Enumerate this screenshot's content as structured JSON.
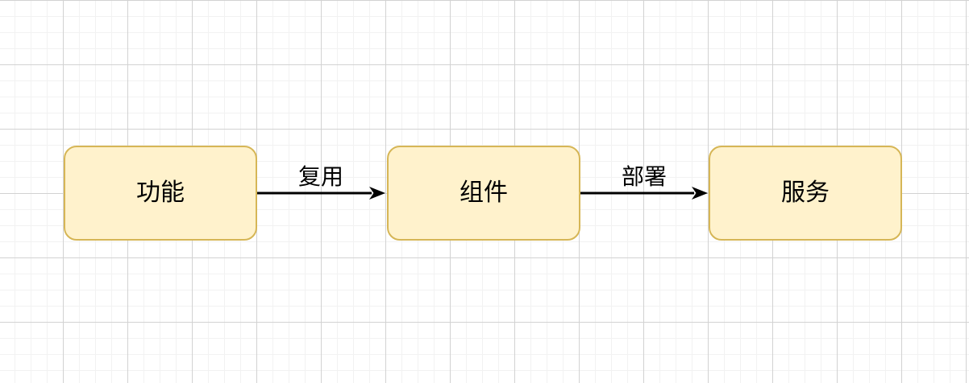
{
  "diagram": {
    "nodes": [
      {
        "id": "function",
        "label": "功能"
      },
      {
        "id": "component",
        "label": "组件"
      },
      {
        "id": "service",
        "label": "服务"
      }
    ],
    "edges": [
      {
        "from": "function",
        "to": "component",
        "label": "复用"
      },
      {
        "from": "component",
        "to": "service",
        "label": "部署"
      }
    ],
    "colors": {
      "background": "#ffffff",
      "grid_minor": "#f2f2f2",
      "grid_major": "#d2d2d2",
      "node_fill": "#fff2cc",
      "node_border": "#d6b656",
      "edge": "#000000",
      "text": "#000000"
    }
  }
}
